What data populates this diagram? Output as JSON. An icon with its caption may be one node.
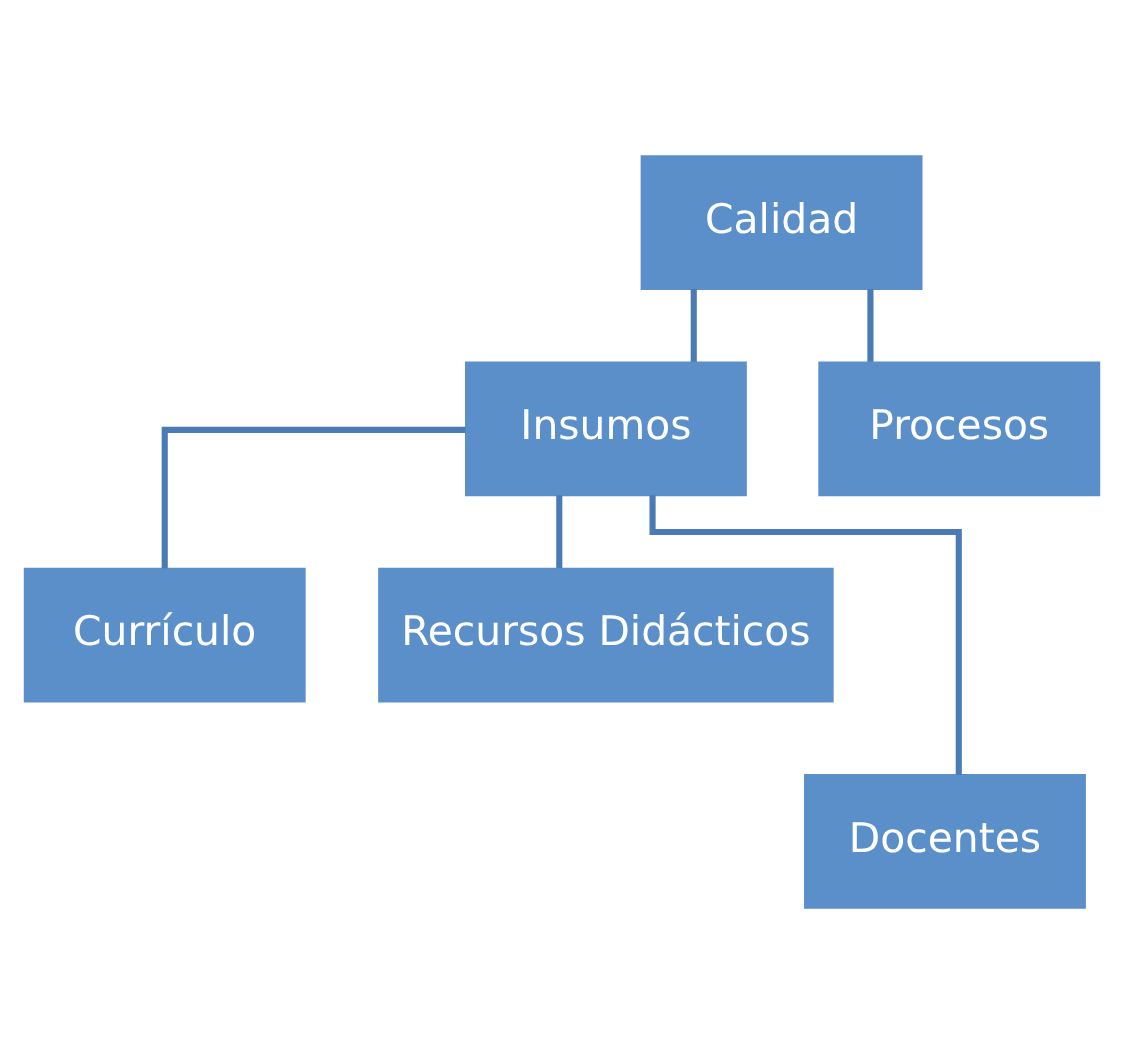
{
  "diagram": {
    "nodes": [
      {
        "text": [
          "Calidad"
        ]
      },
      {
        "text": [
          "Insumos"
        ]
      },
      {
        "text": [
          "Procesos"
        ]
      },
      {
        "text": [
          "Currículo"
        ]
      },
      {
        "text": [
          "Recursos Didácticos"
        ]
      },
      {
        "text": [
          "Docentes"
        ]
      }
    ],
    "edges": [
      {
        "from": 0,
        "to": 1,
        "arrow": "none"
      },
      {
        "from": 0,
        "to": 2,
        "arrow": "none"
      },
      {
        "from": 1,
        "to": 3,
        "arrow": "none"
      },
      {
        "from": 1,
        "to": 4,
        "arrow": "none"
      },
      {
        "from": 1,
        "to": 5,
        "arrow": "none"
      }
    ]
  }
}
